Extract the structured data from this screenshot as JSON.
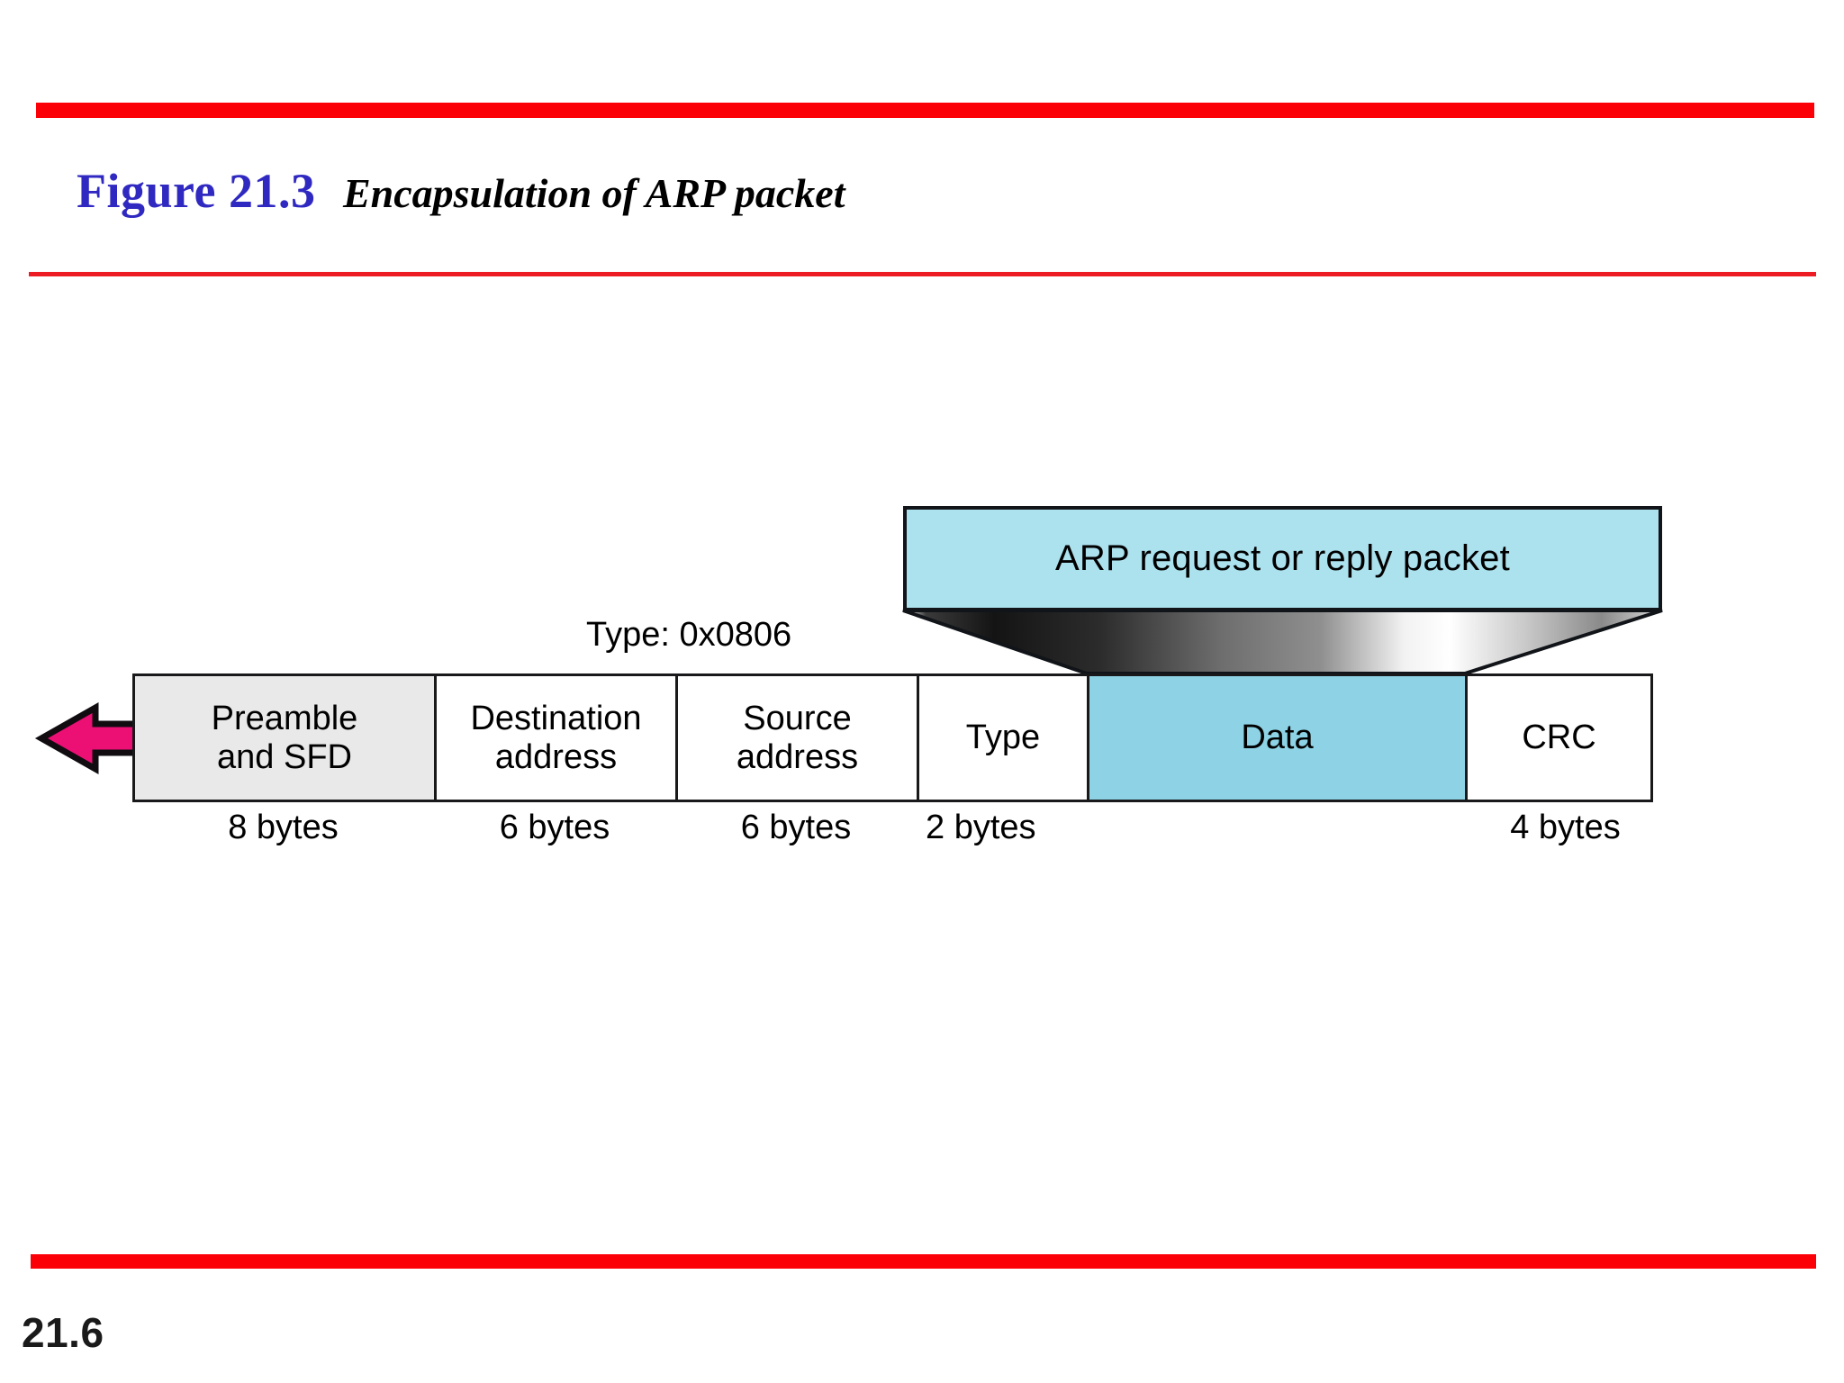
{
  "slide": {
    "figure_number": "Figure 21.3",
    "figure_caption": "Encapsulation of ARP packet",
    "page_number": "21.6",
    "accent_red": "#fc0007",
    "figure_number_color": "#3029c1"
  },
  "diagram": {
    "payload_box": {
      "label": "ARP request or reply packet",
      "fill": "#ace1ee"
    },
    "type_annotation": "Type: 0x0806",
    "direction_arrow": {
      "name": "transmission-direction-arrow",
      "color": "#ec0f74",
      "points": "left"
    },
    "frame_fields": [
      {
        "name": "preamble-and-sfd",
        "line1": "Preamble",
        "line2": "and SFD",
        "size": "8 bytes",
        "fill": "#e9e9e9"
      },
      {
        "name": "destination-address",
        "line1": "Destination",
        "line2": "address",
        "size": "6 bytes",
        "fill": "#ffffff"
      },
      {
        "name": "source-address",
        "line1": "Source",
        "line2": "address",
        "size": "6 bytes",
        "fill": "#ffffff"
      },
      {
        "name": "type",
        "line1": "Type",
        "line2": "",
        "size": "2 bytes",
        "fill": "#ffffff"
      },
      {
        "name": "data",
        "line1": "Data",
        "line2": "",
        "size": "",
        "fill": "#8dd3e5"
      },
      {
        "name": "crc",
        "line1": "CRC",
        "line2": "",
        "size": "4 bytes",
        "fill": "#ffffff"
      }
    ]
  }
}
